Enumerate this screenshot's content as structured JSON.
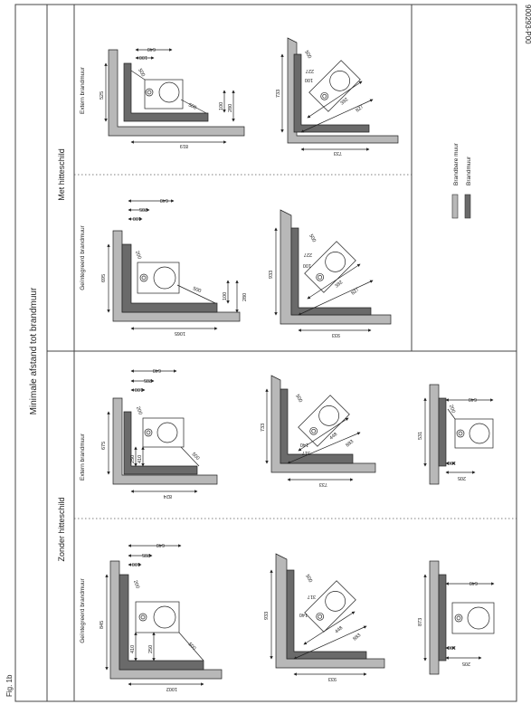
{
  "figure_label": "Fig. 1b",
  "part_number": "900293-P00",
  "title": "Minimale afstand tot brandmuur",
  "groups": {
    "with_shield": "Met hitteschild",
    "without_shield": "Zonder hitteschild"
  },
  "columns": {
    "external": "Extern brandmuur",
    "integrated": "Geïntegreerd brandmuur"
  },
  "legend": {
    "combustible": "Brandbare muur",
    "firewall": "Brandmuur"
  },
  "colors": {
    "combustible_wall": "#b8b8b8",
    "firewall": "#6a6a6a",
    "line": "#222222",
    "dotted": "#555555"
  },
  "panels": {
    "ms_ext_corner": {
      "d1": "640",
      "d2": "100",
      "d3": "500",
      "d4": "525",
      "d5": "500",
      "d6": "100",
      "d7": "280",
      "d8": "819"
    },
    "ms_ext_diag": {
      "d1": "500",
      "d2": "227",
      "d3": "100",
      "d4": "733",
      "d5": "392",
      "d6": "827",
      "d7": "733"
    },
    "ms_int_corner": {
      "d1": "640",
      "d2": "205",
      "d3": "100",
      "d4": "200",
      "d5": "695",
      "d6": "500",
      "d7": "100",
      "d8": "280",
      "d9": "1065"
    },
    "ms_int_diag": {
      "d1": "500",
      "d2": "227",
      "d3": "100",
      "d4": "933",
      "d5": "392",
      "d6": "827",
      "d7": "933"
    },
    "zs_ext_corner": {
      "d1": "640",
      "d2": "205",
      "d3": "100",
      "d4": "200",
      "d5": "675",
      "d6": "250",
      "d7": "410",
      "d8": "500",
      "d9": "824"
    },
    "zs_ext_diag": {
      "d1": "500",
      "d2": "733",
      "d3": "140",
      "d4": "317",
      "d5": "448",
      "d6": "883",
      "d7": "733"
    },
    "zs_ext_wall": {
      "d1": "640",
      "d2": "200",
      "d3": "531",
      "d4": "100",
      "d5": "205"
    },
    "zs_int_corner": {
      "d1": "640",
      "d2": "205",
      "d3": "100",
      "d4": "200",
      "d5": "845",
      "d6": "410",
      "d7": "250",
      "d8": "500",
      "d9": "1002"
    },
    "zs_int_diag": {
      "d1": "500",
      "d2": "933",
      "d3": "317",
      "d4": "140",
      "d5": "448",
      "d6": "883",
      "d7": "933"
    },
    "zs_int_wall": {
      "d1": "640",
      "d2": "873",
      "d3": "100",
      "d4": "205"
    }
  }
}
